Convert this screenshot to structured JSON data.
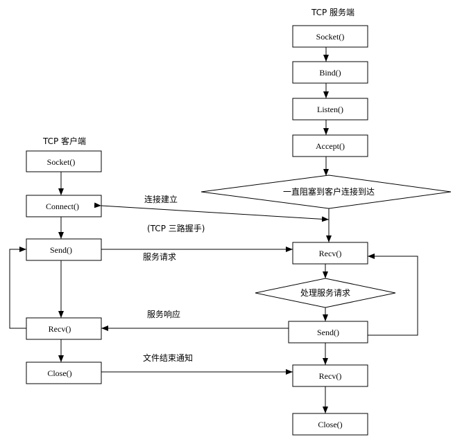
{
  "server": {
    "title": "TCP 服务端",
    "socket": "Socket()",
    "bind": "Bind()",
    "listen": "Listen()",
    "accept": "Accept()",
    "block": "一直阻塞到客户连接到达",
    "recv": "Recv()",
    "process": "处理服务请求",
    "send": "Send()",
    "recv2": "Recv()",
    "close": "Close()"
  },
  "client": {
    "title": "TCP 客户端",
    "socket": "Socket()",
    "connect": "Connect()",
    "send": "Send()",
    "recv": "Recv()",
    "close": "Close()"
  },
  "edges": {
    "connect_label": "连接建立",
    "handshake_label": "(TCP 三路握手)",
    "request_label": "服务请求",
    "response_label": "服务响应",
    "eof_label": "文件结束通知"
  }
}
